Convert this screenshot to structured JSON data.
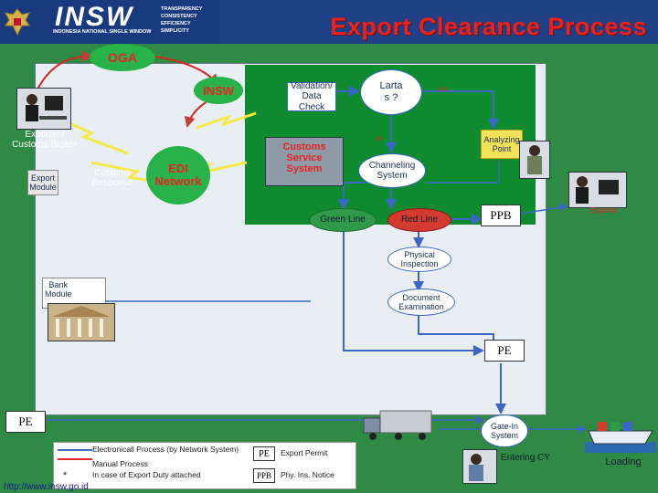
{
  "header": {
    "logo_text": "INSW",
    "logo_subtitle": "INDONESIA NATIONAL SINGLE WINDOW",
    "tagline": [
      "TRANSPARENCY",
      "CONSISTENCY",
      "EFFICIENCY",
      "SIMPLICITY"
    ],
    "title": "Export Clearance Process"
  },
  "nodes": {
    "oga": "OGA",
    "insw": "INSW",
    "edi": "EDI\nNetwork",
    "customs_system": "Customs\nService\nSystem",
    "exporter_broker": "Exporter /\nCustoms Broker",
    "export_module": "Export\nModule",
    "customs_response": "Customs\nResponse",
    "validation": "Validation/\nData Check",
    "lartas": "Larta\ns ?",
    "yes": "YES",
    "no": "NO",
    "analyzing_point": "Analyzing\nPoint",
    "channeling": "Channeling\nSystem",
    "green_line": "Green Line",
    "red_line": "Red Line",
    "ppb_right": "PPB",
    "exporter": "Exporter",
    "physical_inspection": "Physical\nInspection",
    "document_examination": "Document\nExamination",
    "bank_module": "Bank\nModule",
    "pe_right": "PE",
    "pe_left": "PE",
    "gate_in": "Gate-In\nSystem",
    "entering_cy": "Entering CY",
    "loading": "Loading"
  },
  "legend": {
    "electronic": "Electronicall Process (by Network System)",
    "manual": "Manual Process",
    "star": "*",
    "duty": "In case of Export Duty attached",
    "pe_code": "PE",
    "pe_desc": "Export Permit",
    "ppb_code": "PPB",
    "ppb_desc": "Phy. Ins. Notice"
  },
  "footer_url": "http://www.insw.go.id",
  "colors": {
    "header_bg": "#1f3f86",
    "title_red": "#e8231f",
    "main_green": "#2f8a45",
    "panel_bg": "#e9eef5",
    "customs_green": "#0f8b2f",
    "cloud_green": "#28b24a",
    "flow_blue": "#3b66c8",
    "lightning_yellow": "#f5e94a"
  }
}
